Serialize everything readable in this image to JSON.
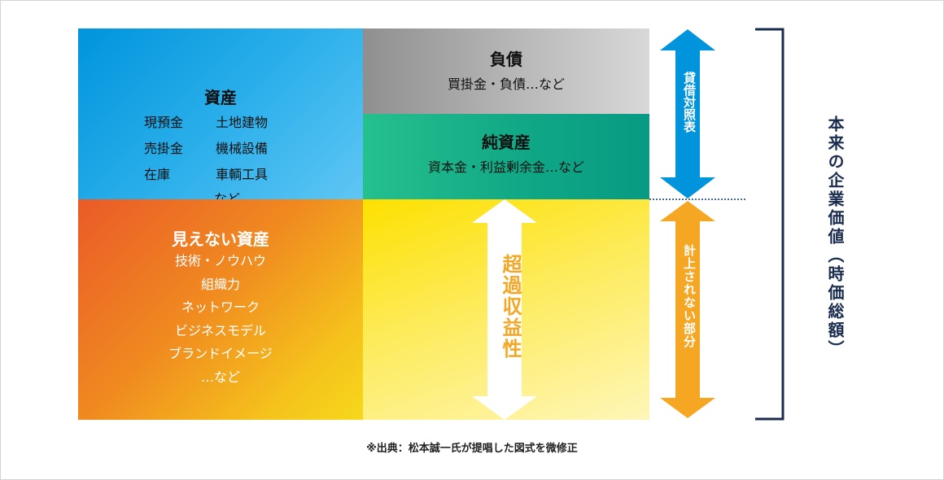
{
  "assets": {
    "title": "資産",
    "items": [
      "現預金",
      "土地建物",
      "売掛金",
      "機械設備",
      "在庫",
      "車輌工具"
    ],
    "etc": "…など"
  },
  "liabilities": {
    "title": "負債",
    "items": "買掛金・負債…など"
  },
  "equity": {
    "title": "純資産",
    "items": "資本金・利益剰余金…など"
  },
  "intangibles": {
    "title": "見えない資産",
    "items": [
      "技術・ノウハウ",
      "組織力",
      "ネットワーク",
      "ビジネスモデル",
      "ブランドイメージ",
      "…など"
    ]
  },
  "excess_earnings": "超過収益性",
  "balance_sheet_label": "貸借対照表",
  "unrecorded_label": "計上されない部分",
  "enterprise_value_label": "本来の企業価値（時価総額）",
  "source_note": "※出典：松本誠一氏が提唱した図式を微修正",
  "colors": {
    "assets": "#29aeea",
    "liabilities": "#b8b8b8",
    "equity": "#10a886",
    "intangibles": "#f08a20",
    "excess": "#fdeb5a",
    "arrow_blue": "#0094dc",
    "arrow_orange": "#f5a623",
    "bracket": "#1a2c4e"
  }
}
